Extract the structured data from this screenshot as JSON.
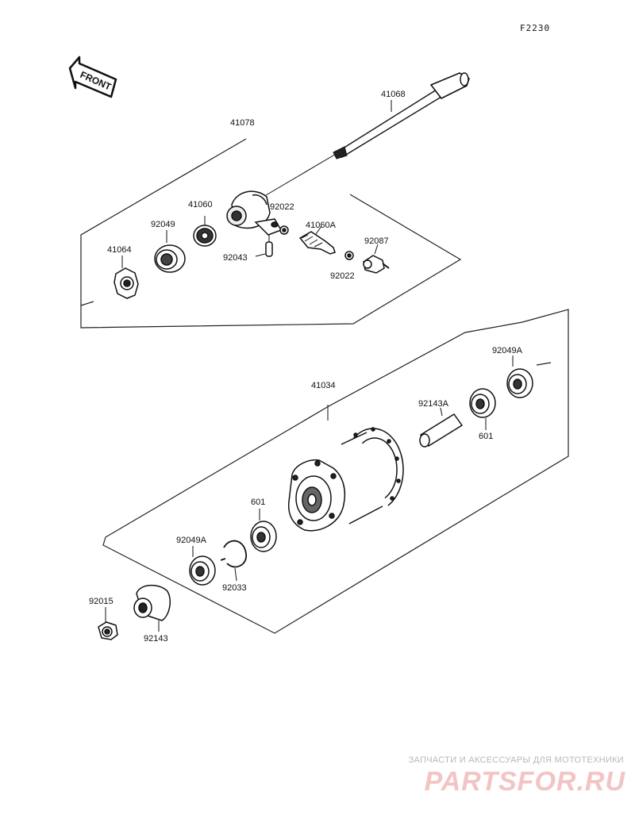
{
  "diagram_code": "F2230",
  "front_arrow_label": "FRONT",
  "parts": {
    "p41068": "41068",
    "p41078": "41078",
    "p41060": "41060",
    "p92022a": "92022",
    "p92049": "92049",
    "p41064": "41064",
    "p41060A": "41060A",
    "p92087": "92087",
    "p92043": "92043",
    "p92022b": "92022",
    "p41034": "41034",
    "p92049Aa": "92049A",
    "p92143A": "92143A",
    "p601a": "601",
    "p601b": "601",
    "p92049Ab": "92049A",
    "p92033": "92033",
    "p92015": "92015",
    "p92143": "92143"
  },
  "watermark": {
    "tagline": "ЗАПЧАСТИ И АКСЕССУАРЫ ДЛЯ МОТОТЕХНИКИ",
    "brand": "PARTSFOR.RU"
  }
}
